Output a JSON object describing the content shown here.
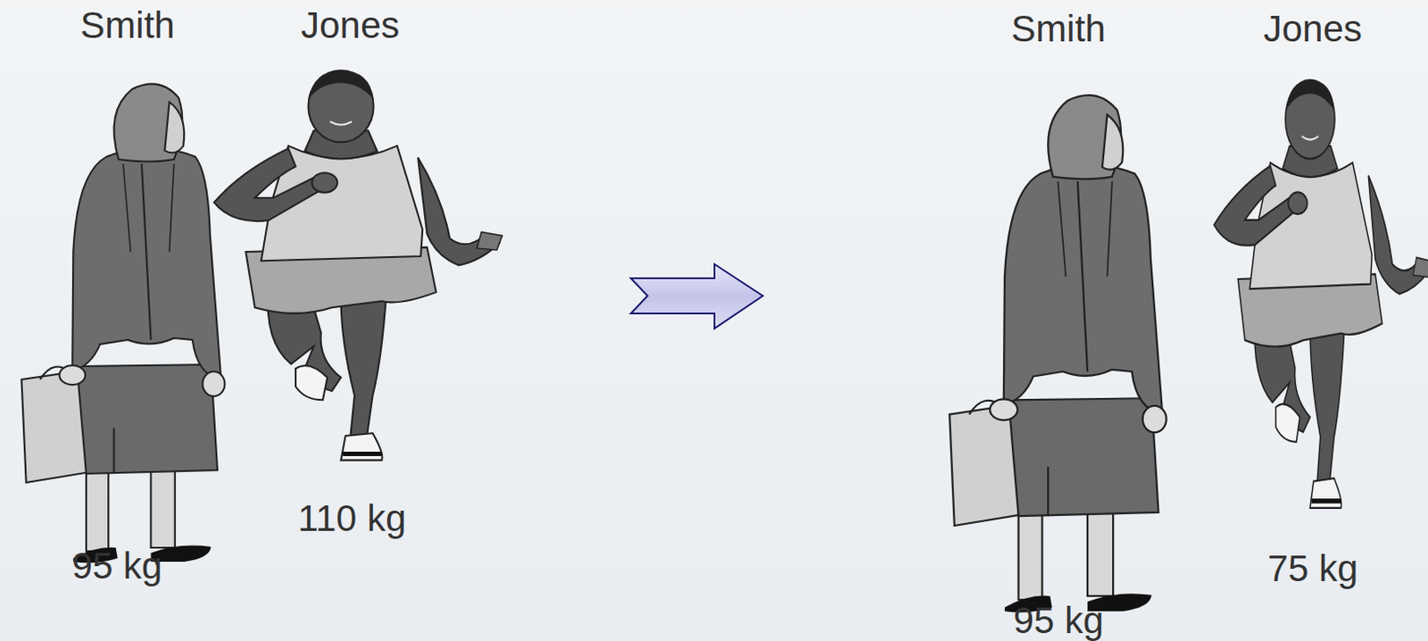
{
  "diagram": {
    "labels": [
      "Smith",
      "Jones",
      "95 kg",
      "110 kg",
      "Smith",
      "Jones",
      "95 kg",
      "75 kg"
    ]
  }
}
